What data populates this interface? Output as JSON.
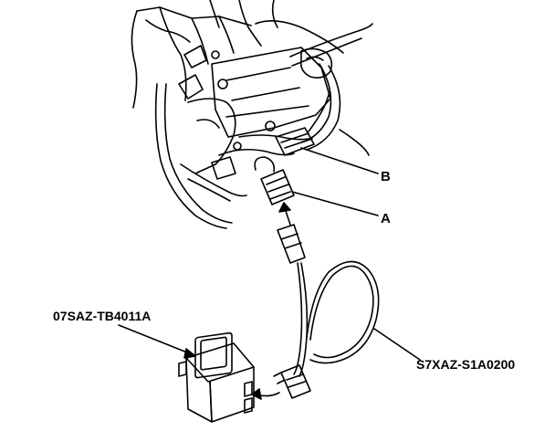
{
  "labels": {
    "callout_b": "B",
    "callout_a": "A",
    "tool_part_number": "07SAZ-TB4011A",
    "cable_part_number": "S7XAZ-S1A0200"
  }
}
